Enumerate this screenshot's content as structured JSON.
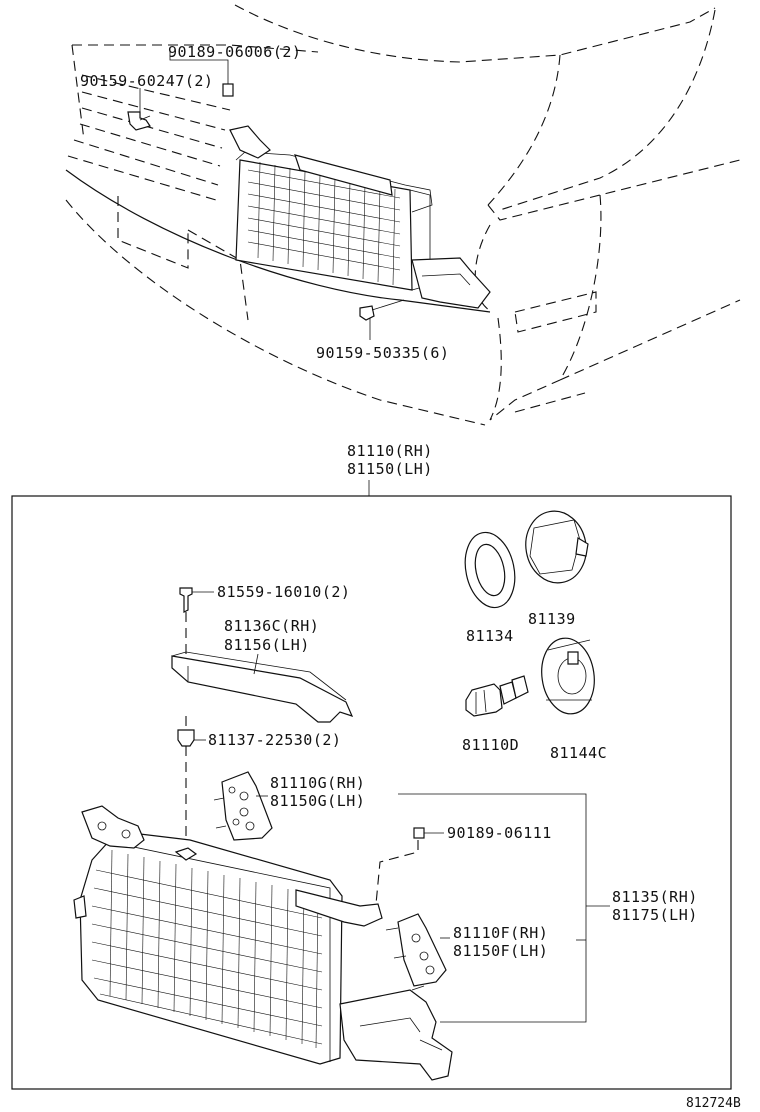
{
  "diagram": {
    "labels": {
      "clip_top": "90189-06006(2)",
      "screw_top": "90159-60247(2)",
      "screw_bottom": "90159-50335(6)",
      "assembly_rh": "81110(RH)",
      "assembly_lh": "81150(LH)",
      "screw_bracket": "81559-16010(2)",
      "bracket_rh": "81136C(RH)",
      "bracket_lh": "81156(LH)",
      "nut": "81137-22530(2)",
      "gasket": "81134",
      "cover": "81139",
      "bulb": "81110D",
      "socket_cover": "81144C",
      "bracket_g_rh": "81110G(RH)",
      "bracket_g_lh": "81150G(LH)",
      "clip_side": "90189-06111",
      "unit_rh": "81135(RH)",
      "unit_lh": "81175(LH)",
      "bracket_f_rh": "81110F(RH)",
      "bracket_f_lh": "81150F(LH)",
      "figure_id": "812724B"
    }
  }
}
